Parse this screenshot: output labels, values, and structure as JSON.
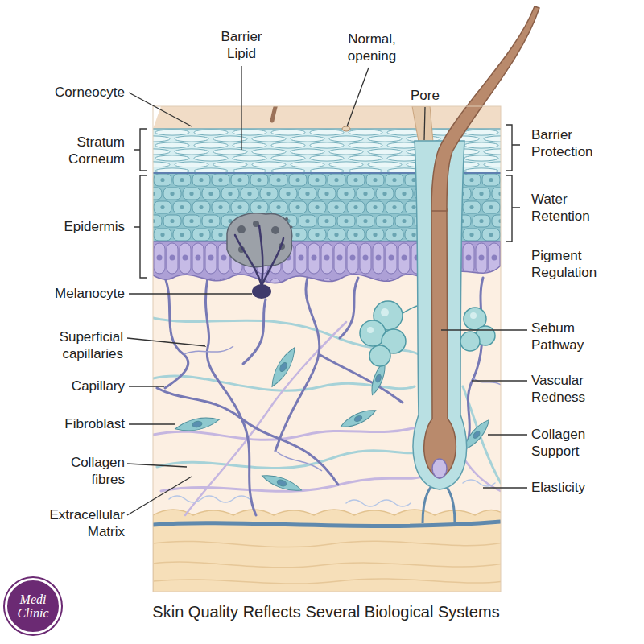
{
  "diagram": {
    "title": "Skin Quality Reflects Several Biological Systems",
    "nodes": [
      {
        "text": [
          "Medi Clinic"
        ]
      }
    ],
    "labels": [
      "Barrier Lipid",
      "Normal, opening",
      "Corneocyte",
      "Pore",
      "Stratum Corneum",
      "Barrier Protection",
      "Water Retention",
      "Epidermis",
      "Pigment Regulation",
      "Melanocyte",
      "Superficial capillaries",
      "Sebum Pathway",
      "Capillary",
      "Vascular Redness",
      "Fibroblast",
      "Collagen Support",
      "Collagen fibres",
      "Elasticity",
      "Extracellular Matrix"
    ]
  }
}
